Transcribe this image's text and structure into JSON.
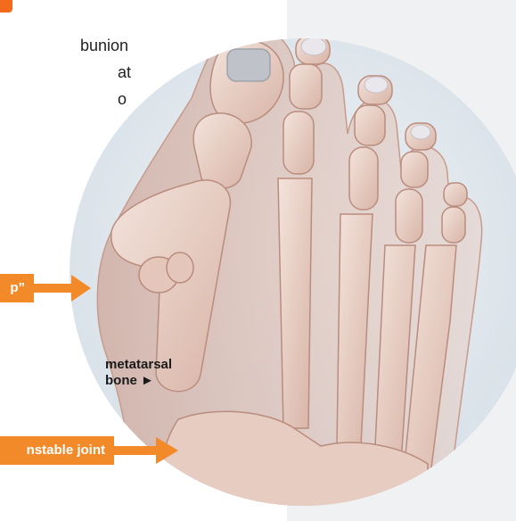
{
  "body_text": {
    "lines": [
      "bunion",
      "at",
      "",
      "o"
    ]
  },
  "callouts": {
    "bump": "p”",
    "unstable_joint": "nstable joint"
  },
  "annotation": {
    "line1": "metatarsal",
    "line2": "bone ►"
  },
  "colors": {
    "accent_orange": "#f38a2a",
    "title_orange": "#f26b1d",
    "circle_bg": "#dfe6ec",
    "bone": "#ecd6cc",
    "skin": "#d9b3a5",
    "panel_bg": "#f0f1f3"
  }
}
